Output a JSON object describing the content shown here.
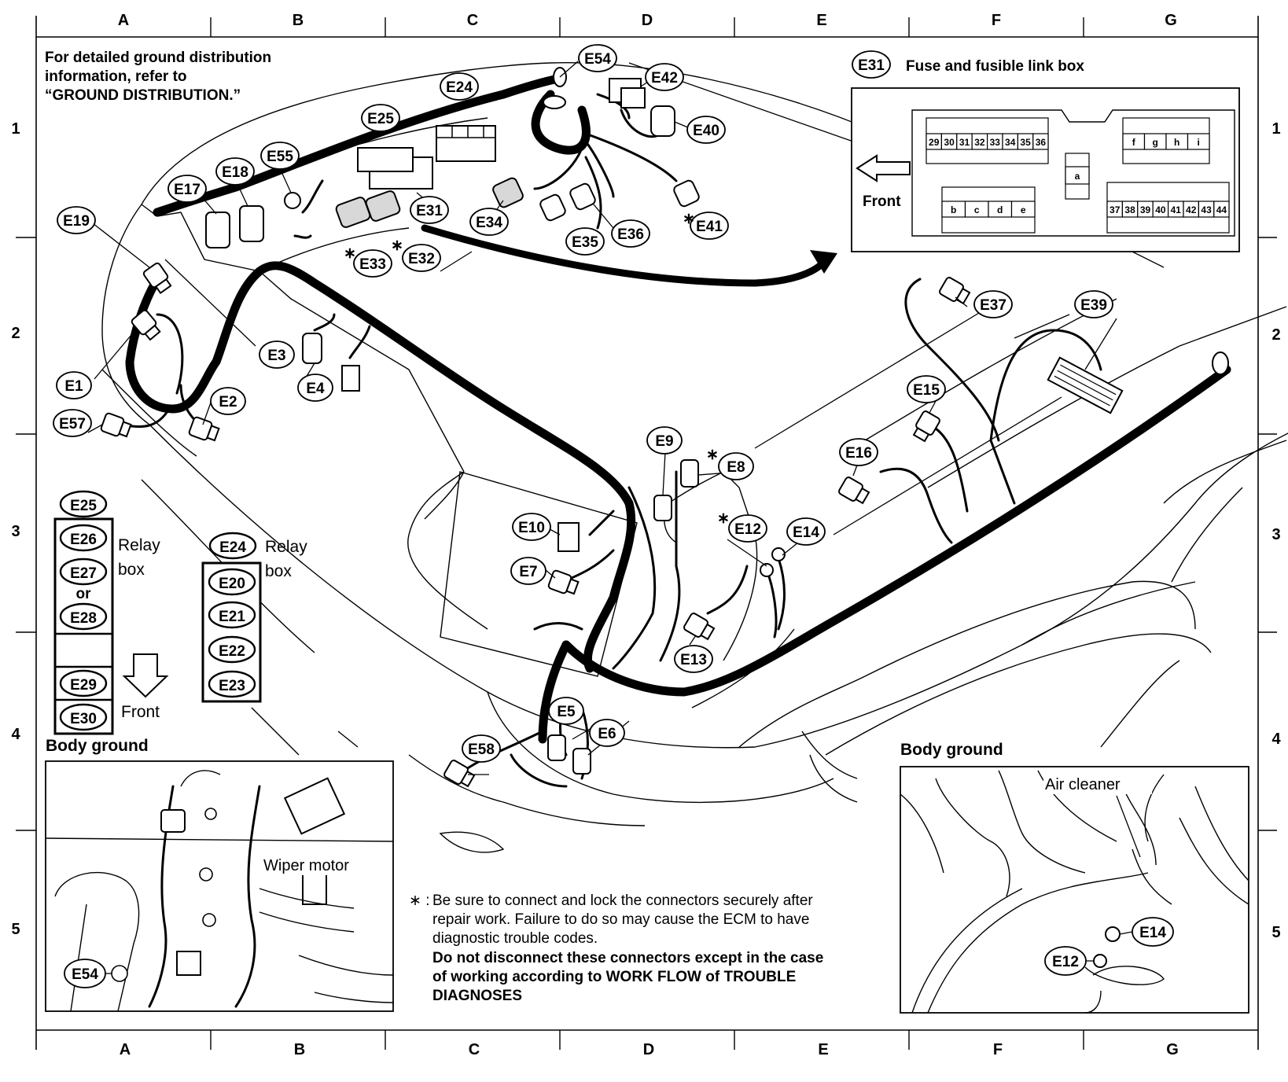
{
  "grid": {
    "columns": [
      "A",
      "B",
      "C",
      "D",
      "E",
      "F",
      "G"
    ],
    "rows": [
      "1",
      "2",
      "3",
      "4",
      "5"
    ]
  },
  "notes": {
    "ground_ref": [
      "For detailed ground distribution",
      "information, refer to",
      "“GROUND DISTRIBUTION.”"
    ],
    "caution_marker": "∗ :",
    "caution_lines": [
      "Be sure to connect and lock the connectors securely after",
      "repair work. Failure to do so may cause the ECM to have",
      "diagnostic trouble codes."
    ],
    "warning_lines": [
      "Do not disconnect these connectors except in the case",
      "of working according to WORK FLOW of TROUBLE",
      "DIAGNOSES"
    ]
  },
  "fuse_box": {
    "connector": "E31",
    "title": "Fuse and fusible link box",
    "front_label": "Front",
    "row_top_left": [
      "29",
      "30",
      "31",
      "32",
      "33",
      "34",
      "35",
      "36"
    ],
    "row_top_right": [
      "f",
      "g",
      "h",
      "i"
    ],
    "row_middle": [
      "a"
    ],
    "row_bottom_left": [
      "b",
      "c",
      "d",
      "e"
    ],
    "row_bottom_right": [
      "37",
      "38",
      "39",
      "40",
      "41",
      "42",
      "43",
      "44"
    ]
  },
  "relay_box_left": {
    "connectors": [
      "E25",
      "E26",
      "E27",
      "or",
      "E28",
      "E29",
      "E30"
    ],
    "label_line1": "Relay",
    "label_line2": "box",
    "front_label": "Front"
  },
  "relay_box_mid": {
    "connectors": [
      "E24",
      "E20",
      "E21",
      "E22",
      "E23"
    ],
    "label_line1": "Relay",
    "label_line2": "box"
  },
  "connectors": {
    "E1": "E1",
    "E2": "E2",
    "E3": "E3",
    "E4": "E4",
    "E5": "E5",
    "E6": "E6",
    "E7": "E7",
    "E8": "E8",
    "E9": "E9",
    "E10": "E10",
    "E12": "E12",
    "E13": "E13",
    "E14": "E14",
    "E15": "E15",
    "E16": "E16",
    "E17": "E17",
    "E18": "E18",
    "E19": "E19",
    "E24": "E24",
    "E25": "E25",
    "E31": "E31",
    "E32": "E32",
    "E33": "E33",
    "E34": "E34",
    "E35": "E35",
    "E36": "E36",
    "E37": "E37",
    "E39": "E39",
    "E40": "E40",
    "E41": "E41",
    "E42": "E42",
    "E54": "E54",
    "E55": "E55",
    "E57": "E57",
    "E58": "E58"
  },
  "star": "∗",
  "body_ground_left": {
    "title": "Body ground",
    "wiper_label": "Wiper motor",
    "connector": "E54"
  },
  "body_ground_right": {
    "title": "Body ground",
    "air_cleaner_label": "Air cleaner",
    "connector_a": "E14",
    "connector_b": "E12"
  }
}
